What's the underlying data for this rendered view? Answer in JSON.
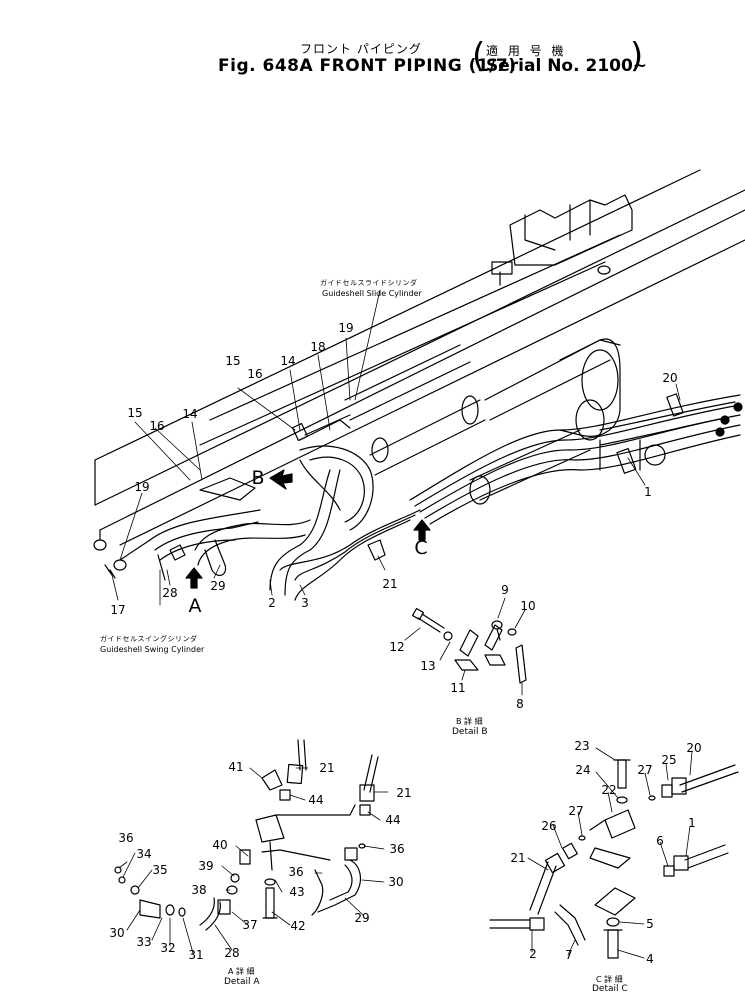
{
  "title": {
    "jp": "フロント パイピング",
    "en": "Fig. 648A FRONT PIPING (1/7)",
    "serial_jp": "適 用 号 機",
    "serial_en": "Serial No. 2100~"
  },
  "captions": {
    "slide_jp": "ガイドセルスライドシリンダ",
    "slide_en": "Guideshell Slide Cylinder",
    "swing_jp": "ガイドセルスイングシリンダ",
    "swing_en": "Guideshell Swing Cylinder"
  },
  "details": {
    "a_jp": "A 詳 細",
    "a_en": "Detail A",
    "b_jp": "B 詳 細",
    "b_en": "Detail B",
    "c_jp": "C 詳 細",
    "c_en": "Detail C"
  },
  "view_letters": {
    "a": "A",
    "b": "B",
    "c": "C"
  },
  "parts": {
    "main": [
      "20",
      "1",
      "21",
      "2",
      "3",
      "29",
      "28",
      "17",
      "19",
      "14",
      "15",
      "16",
      "15",
      "16",
      "14",
      "18",
      "19"
    ],
    "detail_b": [
      "9",
      "10",
      "12",
      "13",
      "11",
      "8"
    ],
    "detail_a": [
      "41",
      "21",
      "44",
      "21",
      "44",
      "40",
      "39",
      "38",
      "37",
      "36",
      "43",
      "42",
      "36",
      "30",
      "29",
      "28",
      "36",
      "34",
      "35",
      "30",
      "33",
      "32",
      "31"
    ],
    "detail_c": [
      "23",
      "24",
      "27",
      "25",
      "20",
      "22",
      "27",
      "26",
      "1",
      "6",
      "21",
      "5",
      "2",
      "7",
      "4"
    ]
  }
}
